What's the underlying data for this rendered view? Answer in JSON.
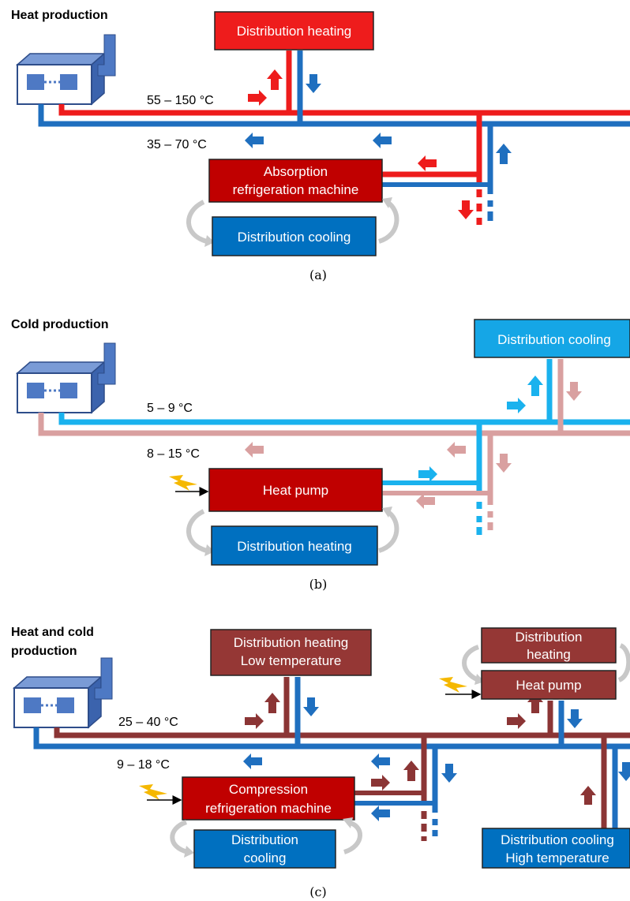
{
  "colors": {
    "hot_supply": "#ee1c1c",
    "cold_return": "#1f6fbf",
    "chilled_supply": "#1ab2ee",
    "warm_return_pink": "#d9a0a0",
    "brown": "#8b3535",
    "box_red": "#c00000",
    "box_blue": "#0070c0",
    "box_lightblue": "#15a6e6",
    "box_brown": "#953735",
    "plant": "#4e79c4",
    "loop_arrow": "#c8c8c8",
    "lightning": "#f5b800"
  },
  "icons": [
    "plant-building-icon",
    "chimney-icon",
    "flow-arrow-icon",
    "lightning-icon",
    "cycle-arrow-icon"
  ],
  "panel_a": {
    "title": "Heat production",
    "box_distribution_heating": "Distribution heating",
    "supply_temp": "55 – 150 °C",
    "return_temp": "35 – 70 °C",
    "box_absorption_line1": "Absorption",
    "box_absorption_line2": "refrigeration machine",
    "box_distribution_cooling": "Distribution cooling",
    "caption": "(a)"
  },
  "panel_b": {
    "title": "Cold production",
    "box_distribution_cooling": "Distribution cooling",
    "supply_temp": "5 – 9 °C",
    "return_temp": "8 – 15 °C",
    "box_heat_pump": "Heat pump",
    "box_distribution_heating": "Distribution heating",
    "caption": "(b)"
  },
  "panel_c": {
    "title_line1": "Heat and cold",
    "title_line2": "production",
    "box_heating_low_line1": "Distribution heating",
    "box_heating_low_line2": "Low temperature",
    "box_distribution_heating_line1": "Distribution",
    "box_distribution_heating_line2": "heating",
    "box_heat_pump": "Heat pump",
    "supply_temp": "25 – 40 °C",
    "return_temp": "9 – 18 °C",
    "box_compression_line1": "Compression",
    "box_compression_line2": "refrigeration machine",
    "box_cooling_line1": "Distribution",
    "box_cooling_line2": "cooling",
    "box_cooling_high_line1": "Distribution cooling",
    "box_cooling_high_line2": "High temperature",
    "caption": "(c)"
  }
}
